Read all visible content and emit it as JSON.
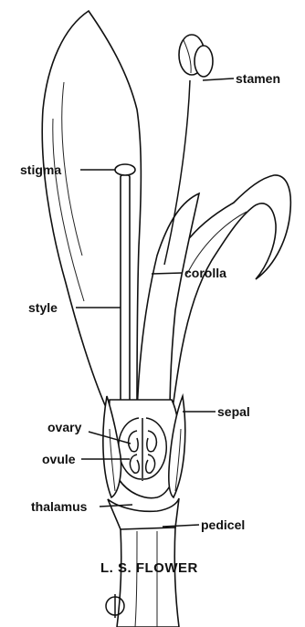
{
  "labels": {
    "stamen": "stamen",
    "stigma": "stigma",
    "corolla": "corolla",
    "style": "style",
    "ovary": "ovary",
    "sepal": "sepal",
    "ovule": "ovule",
    "thalamus": "thalamus",
    "pedicel": "pedicel"
  },
  "caption": "L. S. FLOWER",
  "symbol": "⦶"
}
